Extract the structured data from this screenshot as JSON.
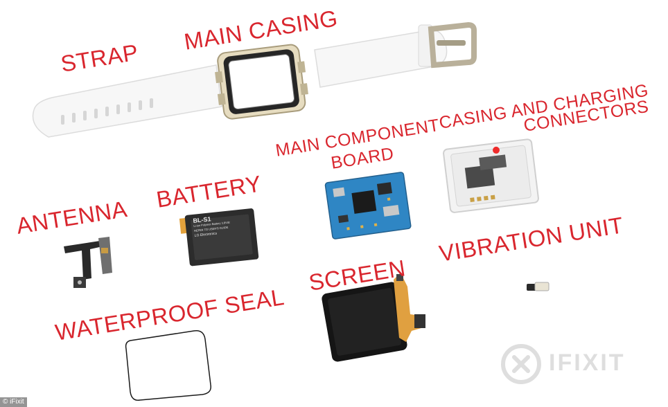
{
  "labels": {
    "strap": "STRAP",
    "main_casing": "MAIN CASING",
    "casing_charging_line1": "CASING AND CHARGING",
    "casing_charging_line2": "CONNECTORS",
    "main_component_line1": "MAIN COMPONENT",
    "main_component_line2": "BOARD",
    "battery": "BATTERY",
    "antenna": "ANTENNA",
    "vibration_unit": "VIBRATION UNIT",
    "screen": "SCREEN",
    "waterproof_seal": "WATERPROOF SEAL"
  },
  "battery_text": {
    "model": "BL-S1",
    "type": "Li-ion Polymer Battery 3.8Vdc",
    "refer": "REFER TO USER'S GUIDE",
    "maker": "LG Electronics"
  },
  "watermark": {
    "brand": "IFIXIT"
  },
  "credit": "© iFixit",
  "colors": {
    "label": "#d9262e",
    "board": "#2f86c4",
    "strap": "#f7f7f7"
  }
}
